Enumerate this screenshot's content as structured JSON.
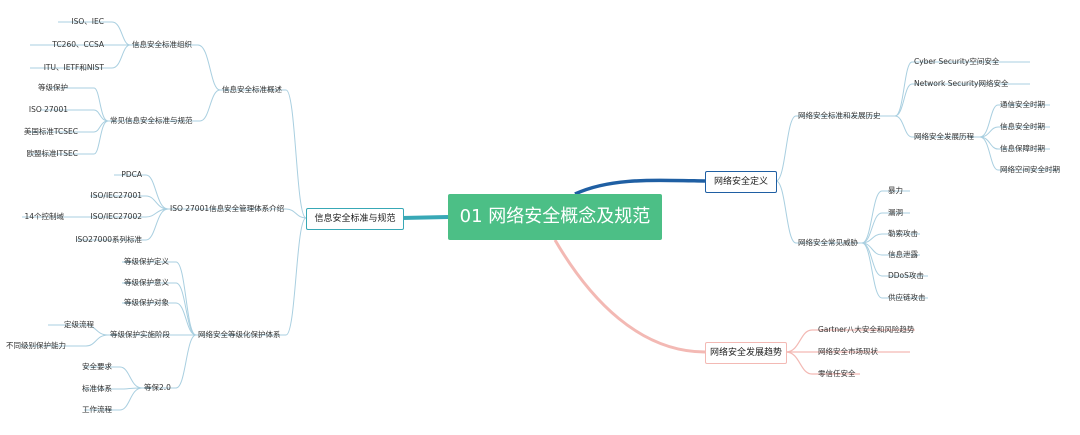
{
  "root": "01 网络安全概念及规范",
  "left": {
    "title": "信息安全标准与规范",
    "overview": {
      "title": "信息安全标准概述",
      "orgs": {
        "title": "信息安全标准组织",
        "items": [
          "ISO、IEC",
          "TC260、CCSA",
          "ITU、IETF和NIST"
        ]
      },
      "common": {
        "title": "常见信息安全标准与规范",
        "items": [
          "等级保护",
          "ISO 27001",
          "美国标准TCSEC",
          "欧盟标准ITSEC"
        ]
      }
    },
    "iso": {
      "title": "ISO 27001信息安全管理体系介绍",
      "items": [
        "PDCA",
        "ISO/IEC27001",
        "ISO/IEC27002",
        "ISO27000系列标准"
      ],
      "sub_27002": "14个控制域"
    },
    "classified": {
      "title": "网络安全等级化保护体系",
      "items": [
        "等级保护定义",
        "等级保护意义",
        "等级保护对象"
      ],
      "stages": {
        "title": "等级保护实施阶段",
        "items": [
          "定级流程",
          "不同级别保护能力"
        ]
      },
      "v2": {
        "title": "等保2.0",
        "items": [
          "安全要求",
          "标准体系",
          "工作流程"
        ]
      }
    }
  },
  "right": {
    "definition": {
      "title": "网络安全定义",
      "history": {
        "title": "网络安全标准和发展历史",
        "items": [
          "Cyber Security空间安全",
          "Network Security网络安全"
        ],
        "stages": {
          "title": "网络安全发展历程",
          "items": [
            "通信安全时期",
            "信息安全时期",
            "信息保障时期",
            "网络空间安全时期"
          ]
        }
      },
      "attacks": {
        "title": "网络安全常见威胁",
        "items": [
          "暴力",
          "漏洞",
          "勒索攻击",
          "信息泄露",
          "DDoS攻击",
          "供应链攻击"
        ]
      }
    },
    "trends": {
      "title": "网络安全发展趋势",
      "items": [
        "Gartner八大安全和风险趋势",
        "网络安全市场现状",
        "零信任安全"
      ]
    }
  },
  "colors": {
    "root_bg": "#4cbf86",
    "left_branch": "#38a8b6",
    "right_top_branch": "#1f5fa3",
    "right_bottom_branch": "#f3b9b4",
    "leaf_line": "#a9cfe0"
  }
}
